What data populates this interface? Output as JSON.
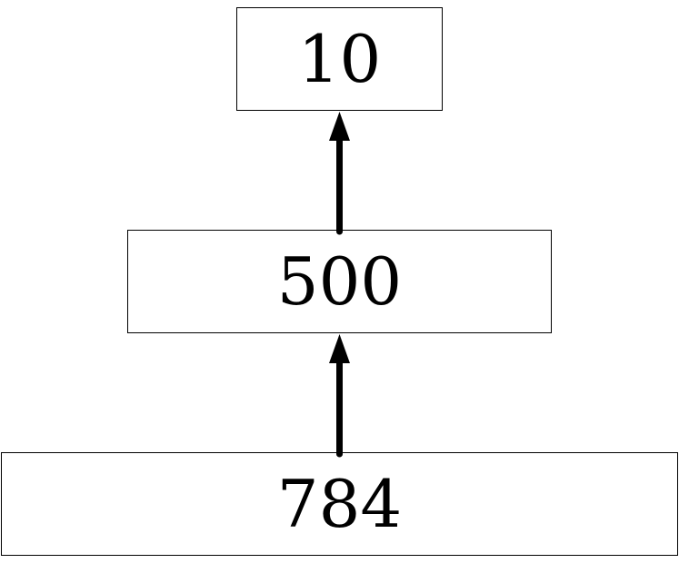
{
  "diagram": {
    "layers": [
      {
        "id": "top",
        "label": "10"
      },
      {
        "id": "middle",
        "label": "500"
      },
      {
        "id": "bottom",
        "label": "784"
      }
    ],
    "edges": [
      {
        "from": "bottom",
        "to": "middle"
      },
      {
        "from": "middle",
        "to": "top"
      }
    ],
    "colors": {
      "stroke": "#000000",
      "fill": "#ffffff",
      "text": "#000000"
    }
  }
}
